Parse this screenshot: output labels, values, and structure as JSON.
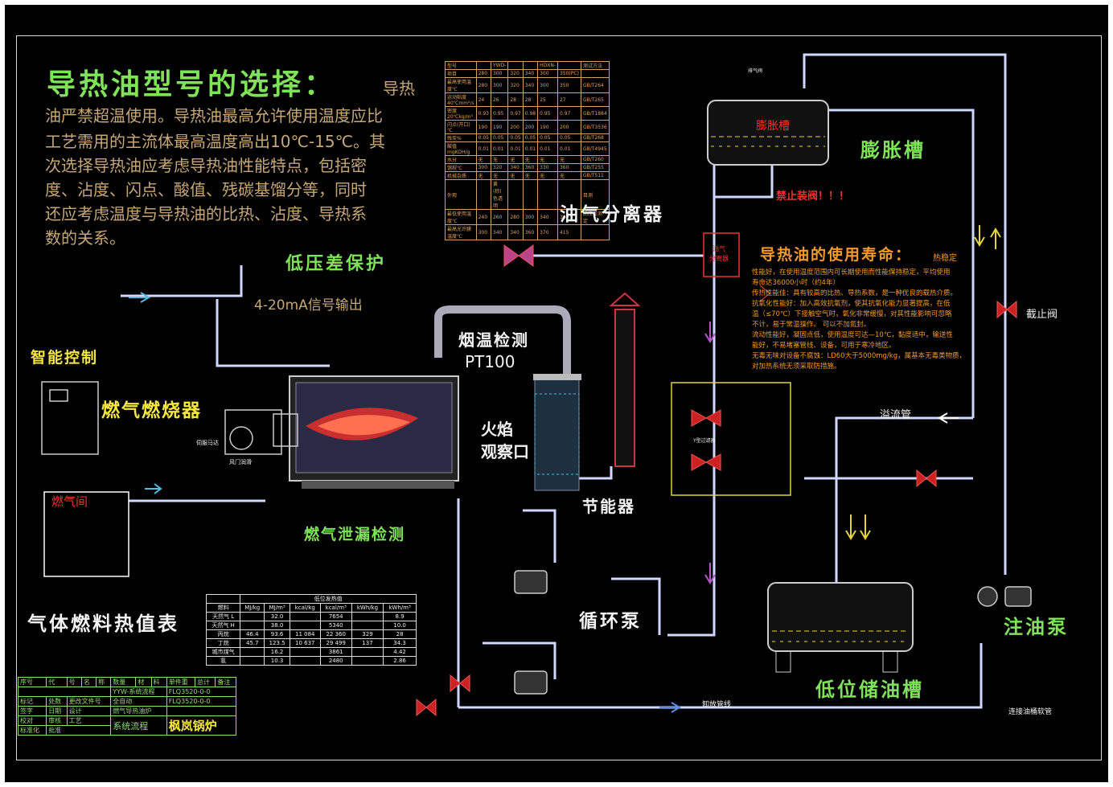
{
  "heading": {
    "title": "导热油型号的选择：",
    "lead": "导热",
    "body_lines": [
      "油严禁超温使用。导热油最高允许使用温度应比",
      "工艺需用的主流体最高温度高出10℃-15℃。其",
      "次选择导热油应考虑导热油性能特点，包括密",
      "度、沾度、闪点、酸值、残碳基馏分等，同时",
      "还应考虑温度与导热油的比热、沾度、导热系",
      "数的关系。"
    ]
  },
  "labels": {
    "low_pressure": "低压差保护",
    "signal": "4-20mA信号输出",
    "smart_control": "智能控制",
    "burner": "燃气燃烧器",
    "flue_temp": "烟温检测",
    "pt100": "PT100",
    "flame_window_1": "火焰",
    "flame_window_2": "观察口",
    "economizer": "节能器",
    "gas_room": "燃气间",
    "gas_leak": "燃气泄漏检测",
    "circ_pump": "循环泵",
    "fuel_table": "气体燃料热值表",
    "oil_gas_sep": "油气分离器",
    "sep_box_1": "油气",
    "sep_box_2": "分离器",
    "expansion_tank_big": "膨胀槽",
    "expansion_tank_small": "膨胀槽",
    "no_valve": "禁止装阀！！！",
    "overflow": "溢流管",
    "stop_valve": "截止阀",
    "fill_pump": "注油泵",
    "storage_tank": "低位储油槽",
    "drain_pipe": "卸放管线",
    "hose": "连接油桶软管",
    "y_filter": "Y型过滤器",
    "fan": "风门润滑",
    "servo": "伺服马达",
    "exhaust_valve": "排气阀"
  },
  "life": {
    "title": "导热油的使用寿命：",
    "lead": "热稳定",
    "lines": [
      "性能好，在使用温度范围内可长期使用而性能保持稳定，平均使用",
      "寿命达36000小时（约4年）",
      "传热性能佳：具有较高的比热、导热系数，是一种优良的载热介质。",
      "抗氧化性能好：加入高效抗氧剂，使其抗氧化能力显著提高，在低",
      "温（≤70℃）下接触空气时，氧化非常缓慢，对其性能影响可忽略",
      "不计，易于常温操作。     可以不加氮封。",
      "流动性能好，凝固点低，使用温度可达—10℃，黏度适中，输送性",
      "能好，不易堵塞管线、设备，可用于寒冷地区。",
      "无毒无味对设备不腐蚀：LD60大于5000mg/kg，属基本无毒类物质，",
      "对加热系统无须采取防措施。"
    ]
  },
  "props_table": {
    "rows": [
      [
        "型号",
        "",
        "YWD-",
        "",
        "",
        "HDXN-",
        "",
        "测试方法"
      ],
      [
        "项目",
        "280",
        "300",
        "320",
        "340",
        "300",
        "350(PC)",
        ""
      ],
      [
        "最高使用温度℃",
        "280",
        "300",
        "320",
        "340",
        "300",
        "350",
        "GB/T264"
      ],
      [
        "运动粘度40℃mm²/s",
        "24",
        "26",
        "28",
        "28",
        "25",
        "27",
        "GB/T265"
      ],
      [
        "密度20℃kg/m³",
        "0.93",
        "0.95",
        "0.97",
        "0.98",
        "0.95",
        "0.97",
        "GB/T1884"
      ],
      [
        "闪点(开口)℃",
        "190",
        "190",
        "200",
        "200",
        "190",
        "200",
        "GB/T3536"
      ],
      [
        "残炭%",
        "0.05",
        "0.05",
        "0.05",
        "0.05",
        "0.05",
        "0.05",
        "GB/T268"
      ],
      [
        "酸值mgKOH/g",
        "0.01",
        "0.01",
        "0.01",
        "0.01",
        "0.01",
        "0.01",
        "GB/T4945"
      ],
      [
        "水分",
        "无",
        "无",
        "无",
        "无",
        "无",
        "无",
        "GB/T260"
      ],
      [
        "馏程℃",
        "300",
        "320",
        "340",
        "360",
        "330",
        "360",
        "GB/T255"
      ],
      [
        "机械杂质",
        "无",
        "无",
        "无",
        "无",
        "无",
        "无",
        "GB/T511"
      ],
      [
        "外观",
        "",
        "黄(棕)色透明",
        "",
        "",
        "",
        "",
        "目测"
      ],
      [
        "最低使用温度℃",
        "240",
        "260",
        "280",
        "300",
        "340",
        "360",
        "高压差测定"
      ],
      [
        "最高允许膜温度℃",
        "300",
        "340",
        "340",
        "360",
        "370",
        "415",
        ""
      ]
    ]
  },
  "heat_table": {
    "header": [
      "燃料",
      "MJ/kg",
      "MJ/m³",
      "kcal/kg",
      "kcal/m³",
      "kWh/kg",
      "kWh/m³"
    ],
    "group_header": "低位发热值",
    "rows": [
      [
        "天然气 L",
        "",
        "32.0",
        "",
        "7654",
        "",
        "8.9"
      ],
      [
        "天然气 H",
        "",
        "38.0",
        "",
        "5340",
        "",
        "10.0"
      ],
      [
        "丙烷",
        "46.4",
        "93.6",
        "11 084",
        "22 360",
        "329",
        "28"
      ],
      [
        "丁烷",
        "45.7",
        "123.5",
        "10 637",
        "29 499",
        "137",
        "34.3"
      ],
      [
        "城市煤气",
        "",
        "16.2",
        "",
        "3861",
        "",
        "4.42"
      ],
      [
        "氢",
        "",
        "10.3",
        "",
        "2480",
        "",
        "2.86"
      ]
    ]
  },
  "title_block": {
    "col_headers": [
      "序号",
      "代",
      "号",
      "名",
      "称",
      "数量",
      "材",
      "料",
      "单件重",
      "总计",
      "备注"
    ],
    "drawing_name": "YYW-系统流程",
    "drawing_no": "FLQ3520-0-0",
    "product_1": "全自动",
    "product_2": "燃气导热油炉",
    "product_no": "FLQ3520-0-0",
    "sheet_title": "系统流程",
    "company": "枫岚锅炉",
    "side_rows": [
      "标记",
      "处数",
      "更改文件号",
      "签字",
      "日期",
      "设计",
      "校对",
      "审核",
      "工艺",
      "标准化",
      "批准"
    ]
  }
}
